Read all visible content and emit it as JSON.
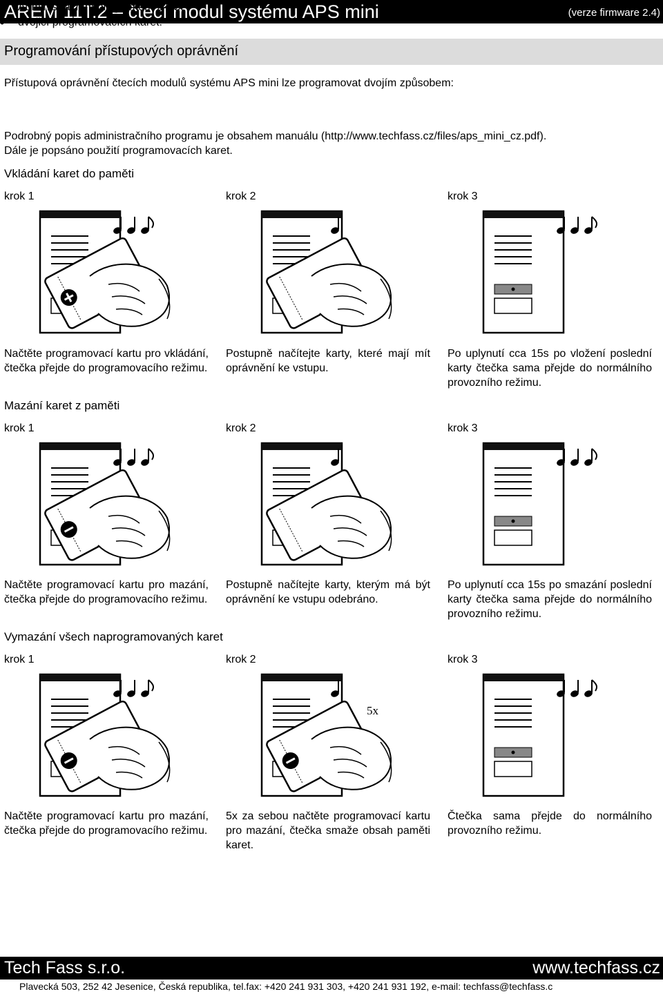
{
  "header": {
    "title": "AREM 11T.2 – čtecí modul systému APS mini",
    "version": "(verze firmware 2.4)"
  },
  "section_title": "Programování přístupových oprávnění",
  "intro": "Přístupová oprávnění čtecích modulů systému APS mini lze programovat dvojím způsobem:",
  "bullets": [
    "Administračním programem z PC,",
    "dvojicí programovacích karet."
  ],
  "para_line1": "Podrobný popis administračního programu je obsahem manuálu (http://www.techfass.cz/files/aps_mini_cz.pdf).",
  "para_line2": "Dále je popsáno použití programovacích karet.",
  "sections": [
    {
      "title": "Vkládání karet do paměti",
      "steps": [
        {
          "label": "krok 1",
          "desc": "Načtěte programovací kartu pro vkládání, čtečka přejde do programovacího režimu."
        },
        {
          "label": "krok 2",
          "desc": "Postupně načítejte karty, které mají mít oprávnění ke vstupu."
        },
        {
          "label": "krok 3",
          "desc": "Po uplynutí cca 15s po vložení poslední karty čtečka sama přejde do normálního provozního režimu."
        }
      ]
    },
    {
      "title": "Mazání karet z paměti",
      "steps": [
        {
          "label": "krok 1",
          "desc": "Načtěte programovací kartu pro mazání, čtečka přejde do programovacího režimu."
        },
        {
          "label": "krok 2",
          "desc": "Postupně načítejte karty, kterým má být oprávnění ke vstupu odebráno."
        },
        {
          "label": "krok 3",
          "desc": "Po uplynutí cca 15s po smazání poslední karty čtečka sama přejde do normálního provozního režimu."
        }
      ]
    },
    {
      "title": "Vymazání všech naprogramovaných karet",
      "steps": [
        {
          "label": "krok 1",
          "desc": "Načtěte programovací kartu pro mazání, čtečka přejde do programovacího režimu."
        },
        {
          "label": "krok 2",
          "desc": "5x za sebou načtěte programovací kartu pro mazání, čtečka smaže obsah paměti karet."
        },
        {
          "label": "krok 3",
          "desc": "Čtečka sama přejde do normálního provozního režimu."
        }
      ]
    }
  ],
  "repeat_label": "5x",
  "footer": {
    "company": "Tech Fass s.r.o.",
    "web": "www.techfass.cz",
    "address": "Plavecká 503, 252 42 Jesenice, Česká republika, tel.fax: +420 241 931 303, +420 241 931 192, e-mail: techfass@techfass.c"
  }
}
